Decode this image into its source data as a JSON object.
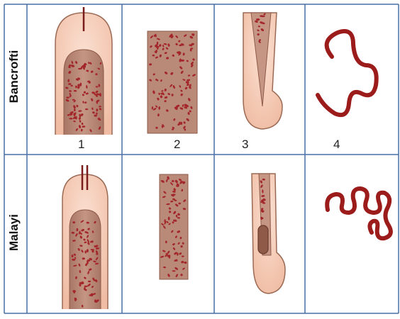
{
  "rows": [
    {
      "label": "Bancrofti"
    },
    {
      "label": "Malayi"
    }
  ],
  "columns": [
    {
      "label": "1"
    },
    {
      "label": "2"
    },
    {
      "label": "3"
    },
    {
      "label": "4"
    }
  ],
  "colors": {
    "grid_line": "#4a6fa5",
    "skin": "#f5cbb6",
    "skin_outline": "#9a6a55",
    "tissue": "#b98a78",
    "tissue_dark": "#8f5a48",
    "granule": "#a3262a",
    "worm": "#9c1b1b"
  }
}
